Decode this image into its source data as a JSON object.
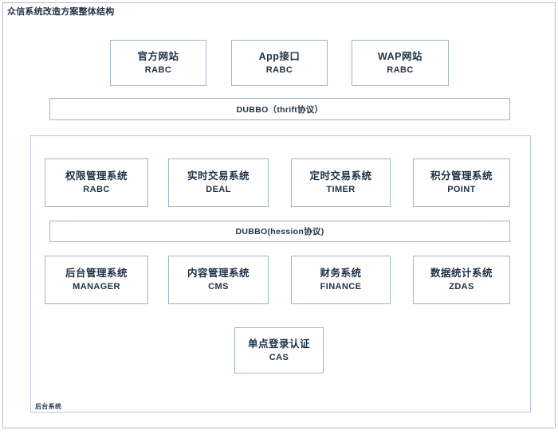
{
  "diagram": {
    "title": "众信系统改造方案整体结构",
    "inner_group_label": "后台系统",
    "frontend_layer": {
      "nodes": [
        {
          "name": "官方网站",
          "code": "RABC"
        },
        {
          "name": "App接口",
          "code": "RABC"
        },
        {
          "name": "WAP网站",
          "code": "RABC"
        }
      ]
    },
    "bus_top": {
      "label": "DUBBO（thrift协议）"
    },
    "service_layer": {
      "nodes": [
        {
          "name": "权限管理系统",
          "code": "RABC"
        },
        {
          "name": "实时交易系统",
          "code": "DEAL"
        },
        {
          "name": "定时交易系统",
          "code": "TIMER"
        },
        {
          "name": "积分管理系统",
          "code": "POINT"
        }
      ]
    },
    "bus_bottom": {
      "label": "DUBBO(hession协议)"
    },
    "backend_layer": {
      "nodes": [
        {
          "name": "后台管理系统",
          "code": "MANAGER"
        },
        {
          "name": "内容管理系统",
          "code": "CMS"
        },
        {
          "name": "财务系统",
          "code": "FINANCE"
        },
        {
          "name": "数据统计系统",
          "code": "ZDAS"
        }
      ]
    },
    "auth_layer": {
      "nodes": [
        {
          "name": "单点登录认证",
          "code": "CAS"
        }
      ]
    },
    "colors": {
      "text": "#1f3145",
      "node_border": "#9fb4ca",
      "inner_border": "#b8c6d6",
      "outer_border": "#b9bcc0",
      "background": "#ffffff"
    }
  }
}
